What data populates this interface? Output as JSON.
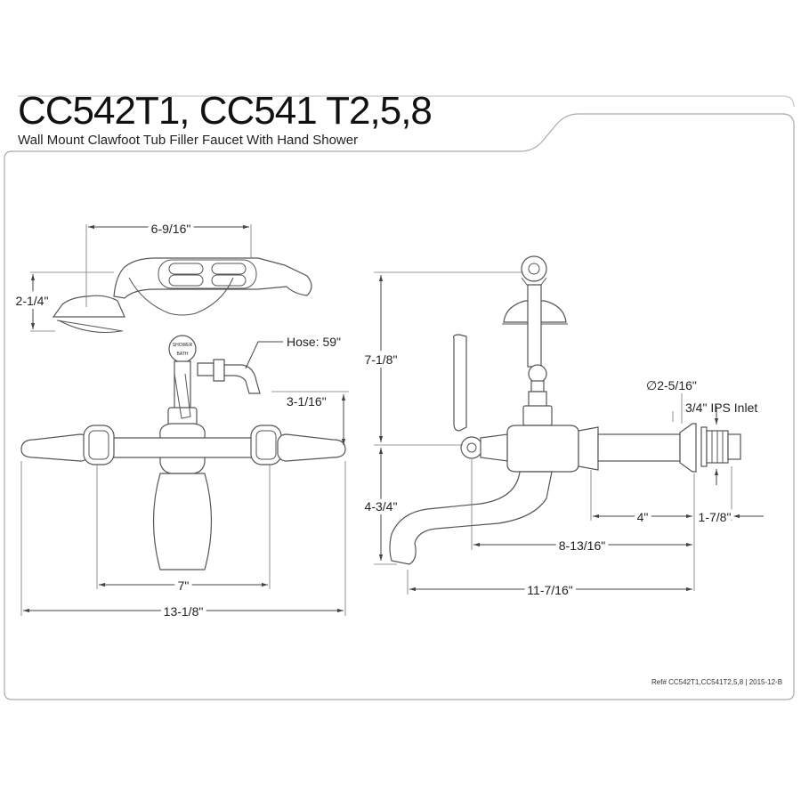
{
  "header": {
    "model_numbers": "CC542T1, CC541 T2,5,8",
    "description": "Wall Mount Clawfoot Tub Filler Faucet With Hand Shower"
  },
  "front_view": {
    "dims": {
      "handshower_width": "6-9/16\"",
      "handshower_height": "2-1/4\"",
      "hose_length": "Hose: 59\"",
      "valve_height": "3-1/16\"",
      "center_spacing": "7\"",
      "overall_width": "13-1/8\""
    },
    "diverter_labels": {
      "top": "SHOWER",
      "bottom": "BATH"
    }
  },
  "side_view": {
    "dims": {
      "overall_height": "7-1/8\"",
      "spout_drop": "4-3/4\"",
      "inlet_diameter": "∅2-5/16\"",
      "inlet_thread": "3/4\" IPS Inlet",
      "body_to_wall": "4\"",
      "inlet_length": "1-7/8\"",
      "spout_to_wall": "8-13/16\"",
      "spout_reach": "11-7/16\""
    }
  },
  "footer": {
    "reference": "Ref# CC542T1,CC541T2,5,8 | 2015-12-B"
  }
}
